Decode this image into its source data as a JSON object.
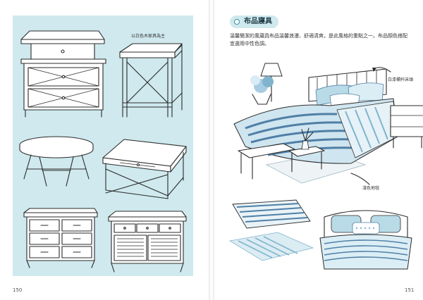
{
  "left_page": {
    "annotation": "以白色木家具為主",
    "page_number": "150"
  },
  "right_page": {
    "section_title": "布品寢具",
    "body_text": "溫馨簡潔的風寢具布品溫馨浪漫、舒適清爽，是此風格的重點之一。布品顏色搭配宜選用中性色調。",
    "annotation_headboard": "白漆欄杆床頭",
    "annotation_rug": "淺色地毯",
    "page_number": "151"
  },
  "colors": {
    "panel": "#cfe9ee",
    "blue_light": "#b9dbe8",
    "blue_mid": "#7fb4cc",
    "blue_dark": "#4f7fa6",
    "ink": "#2b2b2b"
  }
}
